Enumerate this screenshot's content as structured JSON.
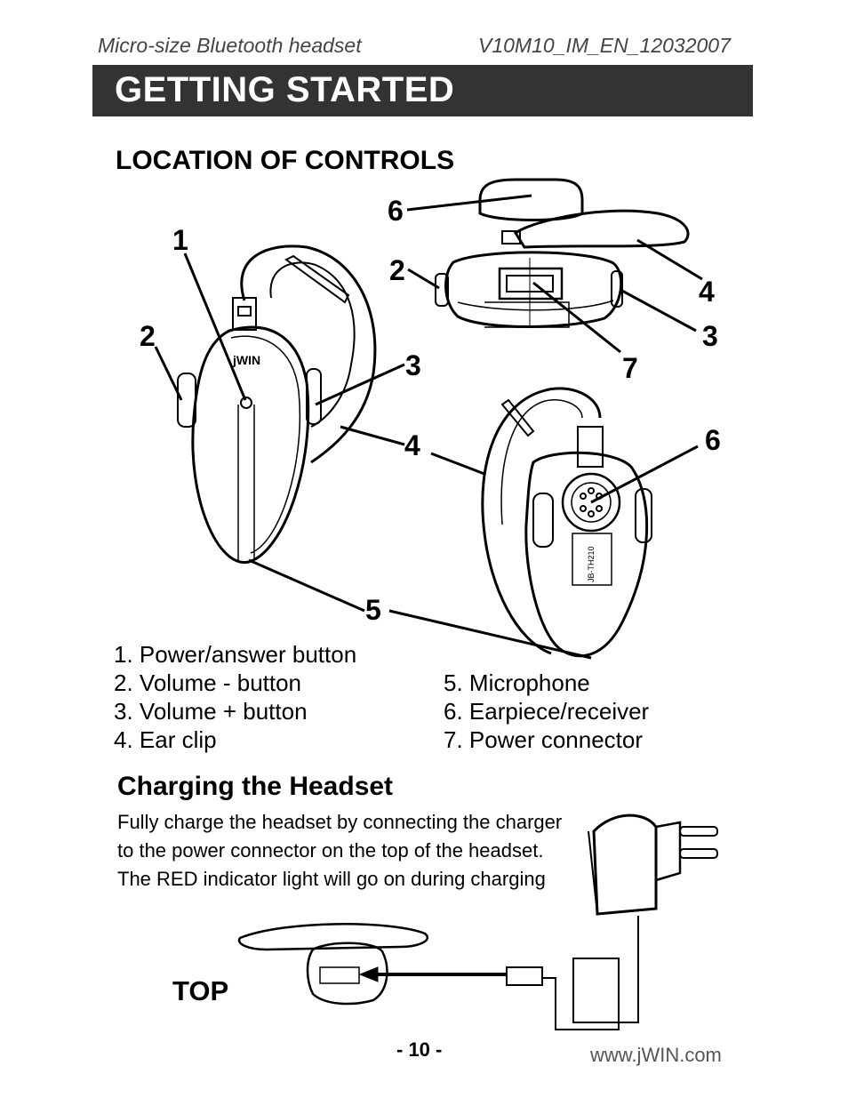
{
  "header": {
    "left": "Micro-size Bluetooth headset",
    "right": "V10M10_IM_EN_12032007"
  },
  "banner": {
    "title": "GETTING STARTED"
  },
  "controls": {
    "title": "LOCATION OF CONTROLS",
    "brand_mark": "jWIN",
    "model_label": "JB-TH210",
    "callouts": {
      "front_1": "1",
      "front_2": "2",
      "front_3": "3",
      "front_4": "4",
      "front_5": "5",
      "top_6": "6",
      "top_2": "2",
      "top_4": "4",
      "top_3": "3",
      "top_7": "7",
      "back_6": "6"
    },
    "legend_left": [
      "1. Power/answer button",
      "2. Volume - button",
      "3. Volume + button",
      "4. Ear clip"
    ],
    "legend_right": [
      "5. Microphone",
      "6. Earpiece/receiver",
      "7. Power connector"
    ]
  },
  "charging": {
    "title": "Charging the Headset",
    "body": "Fully charge the headset by connecting the charger to the power connector on the top of the headset. The RED indicator light will go on during charging",
    "top_label": "TOP"
  },
  "footer": {
    "page": "- 10 -",
    "website": "www.jWIN.com"
  }
}
